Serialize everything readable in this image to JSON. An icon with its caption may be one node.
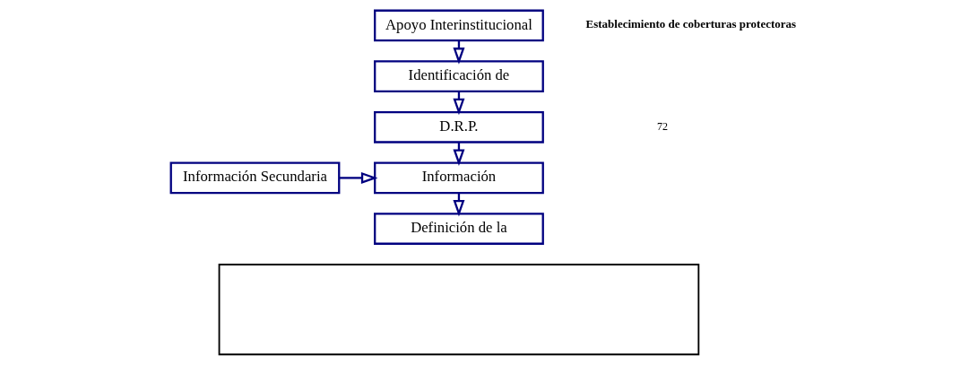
{
  "diagram": {
    "nodes": [
      {
        "text": [
          "Apoyo Interinstitucional"
        ]
      },
      {
        "text": [
          "Identificación de"
        ]
      },
      {
        "text": [
          "D.R.P."
        ]
      },
      {
        "text": [
          "Información"
        ]
      },
      {
        "text": [
          "Información Secundaria"
        ]
      },
      {
        "text": [
          "Definición de la"
        ]
      },
      {
        "text": [],
        "shape": "box"
      }
    ],
    "edges": [
      {
        "from": 0,
        "to": 1,
        "arrow": "to"
      },
      {
        "from": 1,
        "to": 2,
        "arrow": "to"
      },
      {
        "from": 2,
        "to": 3,
        "arrow": "to"
      },
      {
        "from": 4,
        "to": 3,
        "arrow": "to"
      },
      {
        "from": 3,
        "to": 5,
        "arrow": "to"
      }
    ],
    "labels": [
      "Establecimiento de coberturas protectoras",
      "72"
    ]
  }
}
